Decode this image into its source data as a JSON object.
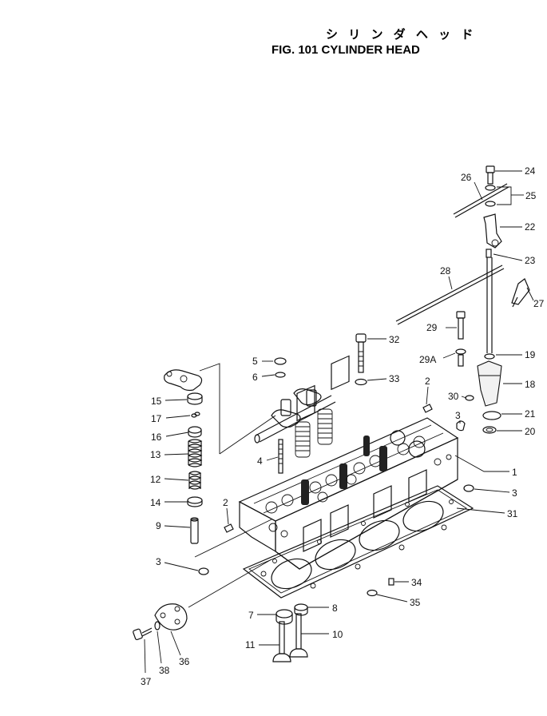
{
  "title": {
    "japanese": "シ リ ン ダ ヘ ッ ド",
    "english": "FIG. 101  CYLINDER HEAD"
  },
  "callouts": [
    {
      "id": "c1",
      "text": "1"
    },
    {
      "id": "c2a",
      "text": "2"
    },
    {
      "id": "c2b",
      "text": "2"
    },
    {
      "id": "c3a",
      "text": "3"
    },
    {
      "id": "c3b",
      "text": "3"
    },
    {
      "id": "c3c",
      "text": "3"
    },
    {
      "id": "c4",
      "text": "4"
    },
    {
      "id": "c5",
      "text": "5"
    },
    {
      "id": "c6",
      "text": "6"
    },
    {
      "id": "c7",
      "text": "7"
    },
    {
      "id": "c8",
      "text": "8"
    },
    {
      "id": "c9",
      "text": "9"
    },
    {
      "id": "c10",
      "text": "10"
    },
    {
      "id": "c11",
      "text": "11"
    },
    {
      "id": "c12",
      "text": "12"
    },
    {
      "id": "c13",
      "text": "13"
    },
    {
      "id": "c14",
      "text": "14"
    },
    {
      "id": "c15",
      "text": "15"
    },
    {
      "id": "c16",
      "text": "16"
    },
    {
      "id": "c17",
      "text": "17"
    },
    {
      "id": "c18",
      "text": "18"
    },
    {
      "id": "c19",
      "text": "19"
    },
    {
      "id": "c20",
      "text": "20"
    },
    {
      "id": "c21",
      "text": "21"
    },
    {
      "id": "c22",
      "text": "22"
    },
    {
      "id": "c23",
      "text": "23"
    },
    {
      "id": "c24",
      "text": "24"
    },
    {
      "id": "c25",
      "text": "25"
    },
    {
      "id": "c26",
      "text": "26"
    },
    {
      "id": "c27",
      "text": "27"
    },
    {
      "id": "c28",
      "text": "28"
    },
    {
      "id": "c29",
      "text": "29"
    },
    {
      "id": "c29a",
      "text": "29A"
    },
    {
      "id": "c30",
      "text": "30"
    },
    {
      "id": "c31",
      "text": "31"
    },
    {
      "id": "c32",
      "text": "32"
    },
    {
      "id": "c33",
      "text": "33"
    },
    {
      "id": "c34",
      "text": "34"
    },
    {
      "id": "c35",
      "text": "35"
    },
    {
      "id": "c36",
      "text": "36"
    },
    {
      "id": "c37",
      "text": "37"
    },
    {
      "id": "c38",
      "text": "38"
    }
  ]
}
